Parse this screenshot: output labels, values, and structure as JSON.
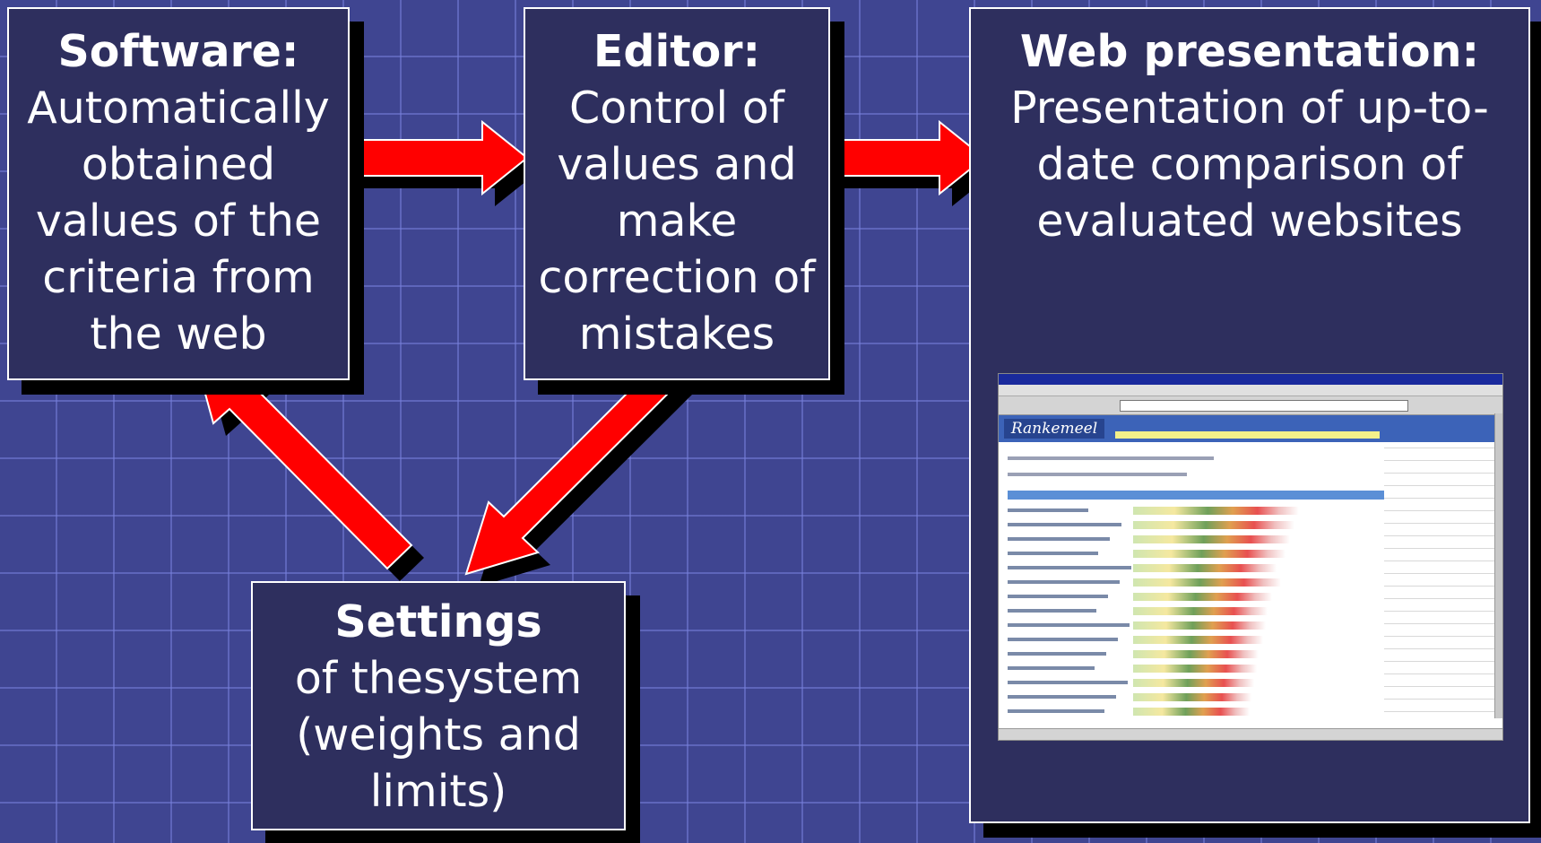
{
  "diagram": {
    "software": {
      "title": "Software:",
      "body": "Automatically\nobtained\nvalues of the\ncriteria from\nthe web"
    },
    "editor": {
      "title": "Editor:",
      "body": "Control of\nvalues and\nmake\ncorrection of\nmistakes"
    },
    "web": {
      "title": "Web presentation:",
      "body": "Presentation of up-to-\ndate comparison of\nevaluated websites"
    },
    "settings": {
      "title": "Settings",
      "body": "of thesystem\n(weights and\nlimits)"
    },
    "screenshot": {
      "logo": "Rankemeel"
    }
  },
  "colors": {
    "background": "#3f4591",
    "box_fill": "#2e2f5e",
    "arrow": "#ff0000",
    "shadow": "#000000"
  }
}
